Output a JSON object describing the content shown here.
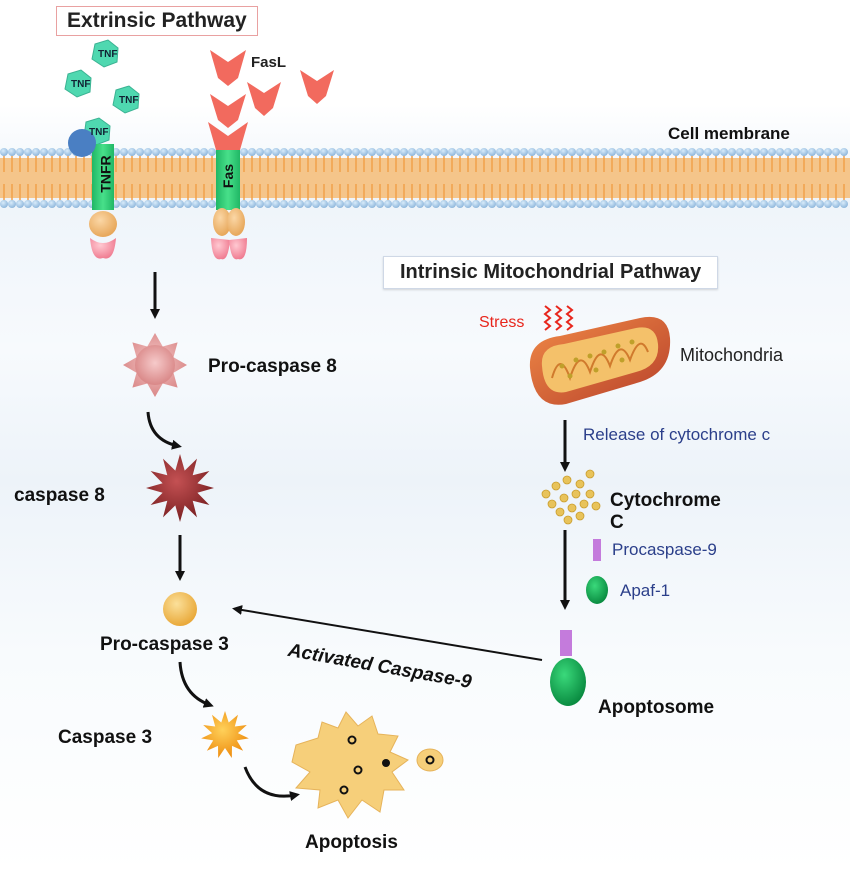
{
  "titles": {
    "extrinsic": "Extrinsic Pathway",
    "intrinsic": "Intrinsic Mitochondrial Pathway"
  },
  "membrane": {
    "label": "Cell membrane",
    "tnfr_label": "TNFR",
    "fas_label": "Fas"
  },
  "ligands": {
    "tnf": [
      "TNF",
      "TNF",
      "TNF",
      "TNF"
    ],
    "fasl": "FasL"
  },
  "extrinsic_chain": {
    "procaspase8": "Pro-caspase 8",
    "caspase8": "caspase 8",
    "procaspase3": "Pro-caspase 3",
    "caspase3": "Caspase 3",
    "apoptosis": "Apoptosis"
  },
  "intrinsic_chain": {
    "stress": "Stress",
    "mitochondria": "Mitochondria",
    "release": "Release of cytochrome c",
    "cytochrome_line1": "Cytochrome",
    "cytochrome_line2": "C",
    "procaspase9": "Procaspase-9",
    "apaf1": "Apaf-1",
    "apoptosome": "Apoptosome",
    "activated": "Activated Caspase-9"
  },
  "colors": {
    "tnf": "#4fd8b0",
    "fasl": "#f26a5e",
    "receptor": "#2ecc71",
    "membrane_head": "#a9cbe8",
    "membrane_tail": "#f0a04b",
    "procaspase8": "#eba3a3",
    "caspase8": "#a9393c",
    "procaspase3": "#f3bd4f",
    "caspase3": "#f5a51b",
    "apoptotic_cell": "#f6cf7a",
    "mitochondria": "#d9623a",
    "cytochrome": "#e8c35a",
    "procaspase9": "#c47bdc",
    "apaf1": "#16b058",
    "stress": "#e8261c"
  }
}
